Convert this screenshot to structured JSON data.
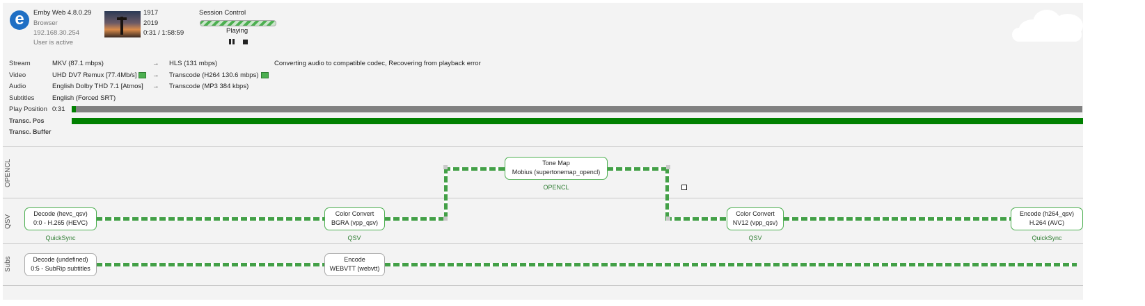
{
  "client": {
    "app_name": "Emby Web 4.8.0.29",
    "client_type": "Browser",
    "ip": "192.168.30.254",
    "activity": "User is active"
  },
  "media": {
    "title": "1917",
    "year": "2019",
    "time": "0:31 / 1:58:59"
  },
  "session": {
    "heading": "Session Control",
    "state": "Playing"
  },
  "info": {
    "stream": {
      "label": "Stream",
      "source": "MKV (87.1 mbps)",
      "arrow": "→",
      "target": "HLS (131 mbps)",
      "note": "Converting audio to compatible codec, Recovering from playback error"
    },
    "video": {
      "label": "Video",
      "source": "UHD DV7 Remux [77.4Mb/s]",
      "arrow": "→",
      "target": "Transcode (H264 130.6 mbps)"
    },
    "audio": {
      "label": "Audio",
      "source": "English Dolby THD 7.1 [Atmos]",
      "arrow": "→",
      "target": "Transcode (MP3 384 kbps)"
    },
    "subtitles": {
      "label": "Subtitles",
      "source": "English (Forced SRT)"
    },
    "play_position": {
      "label": "Play Position",
      "value": "0:31",
      "fraction": 0.004
    },
    "transc_pos": {
      "label": "Transc. Pos",
      "fraction": 1.0
    },
    "transc_buffer": {
      "label": "Transc. Buffer"
    }
  },
  "pipeline": {
    "lanes": {
      "opencl": "OPENCL",
      "qsv": "QSV",
      "subs": "Subs"
    },
    "tone_map": {
      "line1": "Tone Map",
      "line2": "Mobius (supertonemap_opencl)",
      "tag": "OPENCL"
    },
    "decode_video": {
      "line1": "Decode (hevc_qsv)",
      "line2": "0:0 - H.265 (HEVC)",
      "tag": "QuickSync"
    },
    "color_convert_1": {
      "line1": "Color Convert",
      "line2": "BGRA (vpp_qsv)",
      "tag": "QSV"
    },
    "color_convert_2": {
      "line1": "Color Convert",
      "line2": "NV12 (vpp_qsv)",
      "tag": "QSV"
    },
    "encode_video": {
      "line1": "Encode (h264_qsv)",
      "line2": "H.264 (AVC)",
      "tag": "QuickSync"
    },
    "decode_subs": {
      "line1": "Decode (undefined)",
      "line2": "0:5 - SubRip subtitles"
    },
    "encode_subs": {
      "line1": "Encode",
      "line2": "WEBVTT (webvtt)"
    }
  },
  "colors": {
    "accent_green": "#4caf50",
    "bar_gray": "#808080",
    "bar_green": "#008000"
  }
}
